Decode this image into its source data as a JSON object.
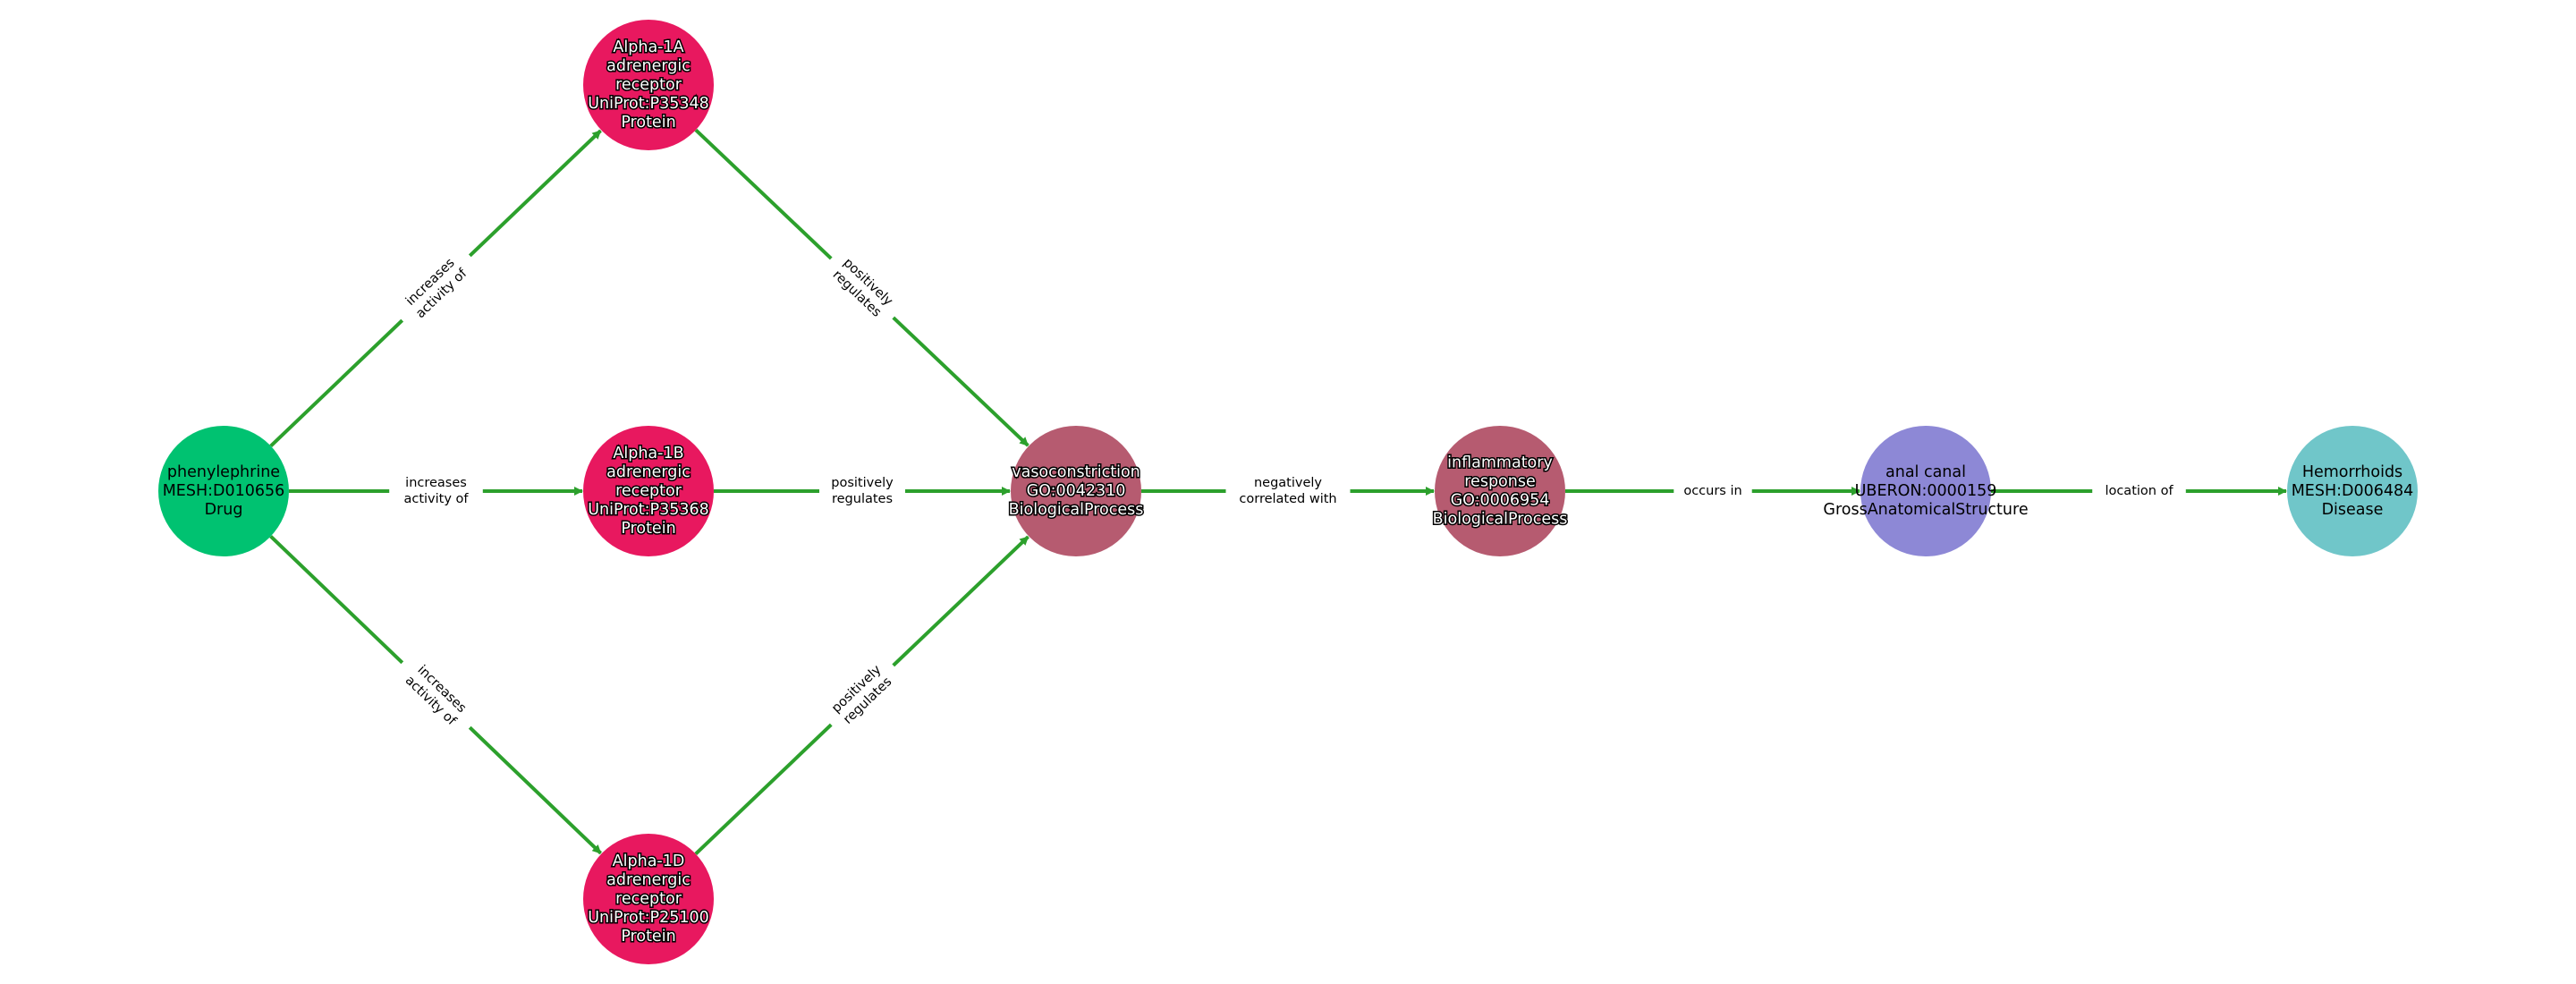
{
  "colors": {
    "edge": "#2ca02c",
    "drug": "#00c271",
    "protein": "#e8185f",
    "biological_process": "#b65b70",
    "anatomy": "#8d88d6",
    "disease": "#70c6c9"
  },
  "nodes": [
    {
      "id": "phenylephrine",
      "lines": [
        "phenylephrine",
        "MESH:D010656",
        "Drug"
      ],
      "type": "drug",
      "outlined": false
    },
    {
      "id": "alpha1a",
      "lines": [
        "Alpha-1A",
        "adrenergic",
        "receptor",
        "UniProt:P35348",
        "Protein"
      ],
      "type": "protein",
      "outlined": true
    },
    {
      "id": "alpha1b",
      "lines": [
        "Alpha-1B",
        "adrenergic",
        "receptor",
        "UniProt:P35368",
        "Protein"
      ],
      "type": "protein",
      "outlined": true
    },
    {
      "id": "alpha1d",
      "lines": [
        "Alpha-1D",
        "adrenergic",
        "receptor",
        "UniProt:P25100",
        "Protein"
      ],
      "type": "protein",
      "outlined": true
    },
    {
      "id": "vasoconstriction",
      "lines": [
        "vasoconstriction",
        "GO:0042310",
        "BiologicalProcess"
      ],
      "type": "biological_process",
      "outlined": true
    },
    {
      "id": "inflammatory",
      "lines": [
        "inflammatory",
        "response",
        "GO:0006954",
        "BiologicalProcess"
      ],
      "type": "biological_process",
      "outlined": true
    },
    {
      "id": "analcanal",
      "lines": [
        "anal canal",
        "UBERON:0000159",
        "GrossAnatomicalStructure"
      ],
      "type": "anatomy",
      "outlined": false
    },
    {
      "id": "hemorrhoids",
      "lines": [
        "Hemorrhoids",
        "MESH:D006484",
        "Disease"
      ],
      "type": "disease",
      "outlined": false
    }
  ],
  "edges": [
    {
      "source": "phenylephrine",
      "target": "alpha1a",
      "lines": [
        "increases",
        "activity of"
      ]
    },
    {
      "source": "phenylephrine",
      "target": "alpha1b",
      "lines": [
        "increases",
        "activity of"
      ]
    },
    {
      "source": "phenylephrine",
      "target": "alpha1d",
      "lines": [
        "increases",
        "activity of"
      ]
    },
    {
      "source": "alpha1a",
      "target": "vasoconstriction",
      "lines": [
        "positively",
        "regulates"
      ]
    },
    {
      "source": "alpha1b",
      "target": "vasoconstriction",
      "lines": [
        "positively",
        "regulates"
      ]
    },
    {
      "source": "alpha1d",
      "target": "vasoconstriction",
      "lines": [
        "positively",
        "regulates"
      ]
    },
    {
      "source": "vasoconstriction",
      "target": "inflammatory",
      "lines": [
        "negatively",
        "correlated with"
      ]
    },
    {
      "source": "inflammatory",
      "target": "analcanal",
      "lines": [
        "occurs in"
      ]
    },
    {
      "source": "analcanal",
      "target": "hemorrhoids",
      "lines": [
        "location of"
      ]
    }
  ]
}
